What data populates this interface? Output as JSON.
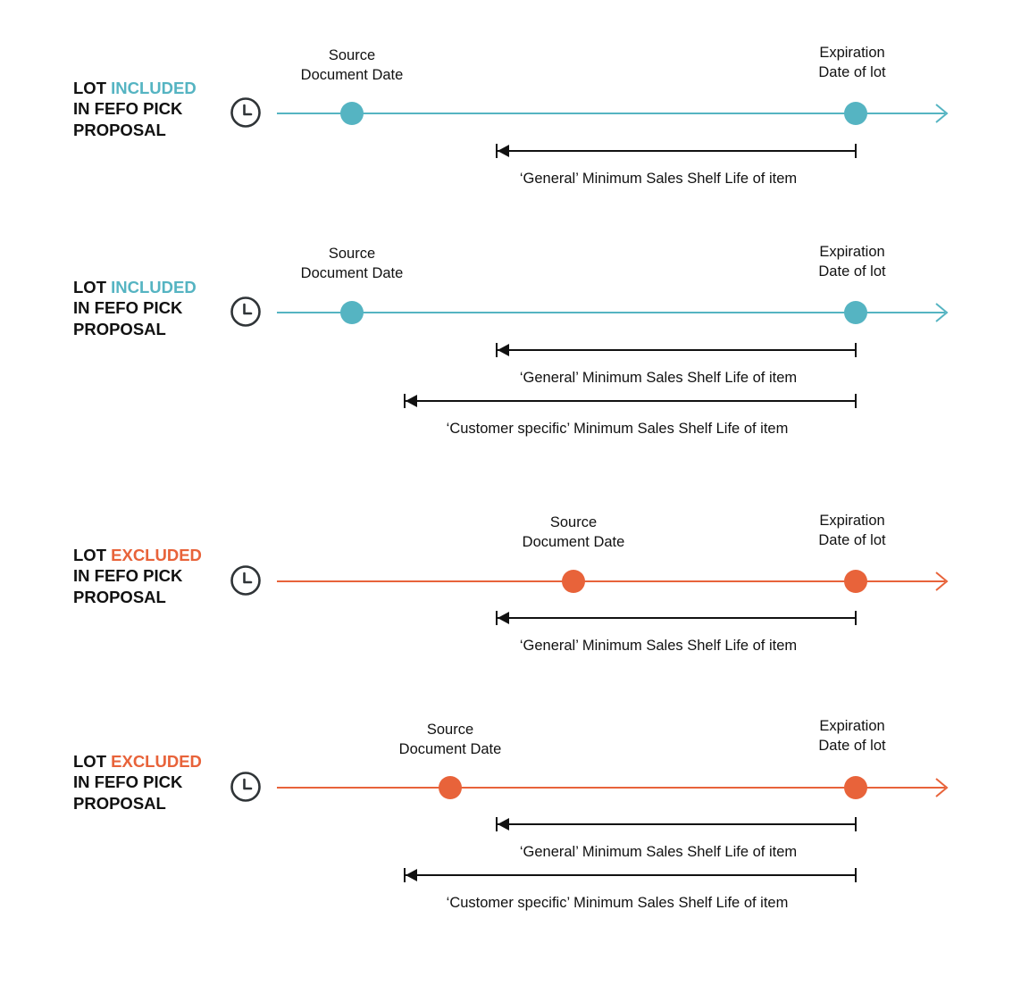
{
  "colors": {
    "included": "#55b4c2",
    "excluded": "#e8633a",
    "text": "#111111"
  },
  "scenarios": [
    {
      "id": "s1",
      "status": "included",
      "label": {
        "prefix": "LOT",
        "status_word": "INCLUDED",
        "line2": "IN FEFO PICK",
        "line3": "PROPOSAL"
      },
      "source": {
        "line1": "Source",
        "line2": "Document Date"
      },
      "expiration": {
        "line1": "Expiration",
        "line2": "Date of lot"
      },
      "general_range": "‘General’ Minimum Sales Shelf Life of item",
      "customer_range": ""
    },
    {
      "id": "s2",
      "status": "included",
      "label": {
        "prefix": "LOT",
        "status_word": "INCLUDED",
        "line2": "IN FEFO PICK",
        "line3": "PROPOSAL"
      },
      "source": {
        "line1": "Source",
        "line2": "Document Date"
      },
      "expiration": {
        "line1": "Expiration",
        "line2": "Date of lot"
      },
      "general_range": "‘General’ Minimum Sales Shelf Life of item",
      "customer_range": "‘Customer specific’ Minimum Sales Shelf Life of item"
    },
    {
      "id": "s3",
      "status": "excluded",
      "label": {
        "prefix": "LOT",
        "status_word": "EXCLUDED",
        "line2": "IN FEFO PICK",
        "line3": "PROPOSAL"
      },
      "source": {
        "line1": "Source",
        "line2": "Document Date"
      },
      "expiration": {
        "line1": "Expiration",
        "line2": "Date of lot"
      },
      "general_range": "‘General’ Minimum Sales Shelf Life of item",
      "customer_range": ""
    },
    {
      "id": "s4",
      "status": "excluded",
      "label": {
        "prefix": "LOT",
        "status_word": "EXCLUDED",
        "line2": "IN FEFO PICK",
        "line3": "PROPOSAL"
      },
      "source": {
        "line1": "Source",
        "line2": "Document Date"
      },
      "expiration": {
        "line1": "Expiration",
        "line2": "Date of lot"
      },
      "general_range": "‘General’ Minimum Sales Shelf Life of item",
      "customer_range": "‘Customer specific’ Minimum Sales Shelf Life of item"
    }
  ]
}
